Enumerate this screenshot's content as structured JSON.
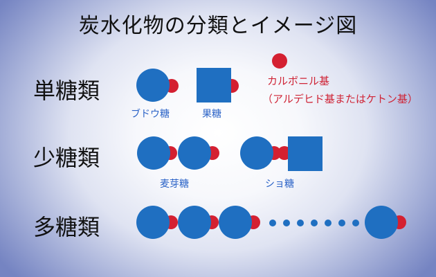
{
  "title": "炭水化物の分類とイメージ図",
  "rows": {
    "mono": {
      "label": "単糖類",
      "items": [
        "ブドウ糖",
        "果糖"
      ]
    },
    "oligo": {
      "label": "少糖類",
      "items": [
        "麦芽糖",
        "ショ糖"
      ]
    },
    "poly": {
      "label": "多糖類"
    }
  },
  "legend": {
    "line1": "カルボニル基",
    "line2": "（アルデヒド基またはケトン基）"
  },
  "colors": {
    "ring": "#1f6fc1",
    "carbonyl": "#d42031",
    "accent_text": "#2b63c7"
  }
}
